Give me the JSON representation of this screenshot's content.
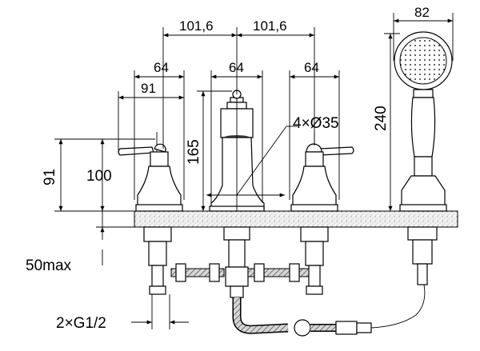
{
  "dimensions": {
    "spacing_left": "101,6",
    "spacing_right": "101,6",
    "handle_left_width": "64",
    "spout_width": "64",
    "handle_right_width": "64",
    "handle_reach": "91",
    "hand_shower_width": "82",
    "hand_shower_length": "240",
    "spout_height": "165",
    "holes": "4×Ø35",
    "handle_height_left": "91",
    "body_height": "100",
    "max_deck_thickness": "50max",
    "connection": "2×G1/2"
  }
}
